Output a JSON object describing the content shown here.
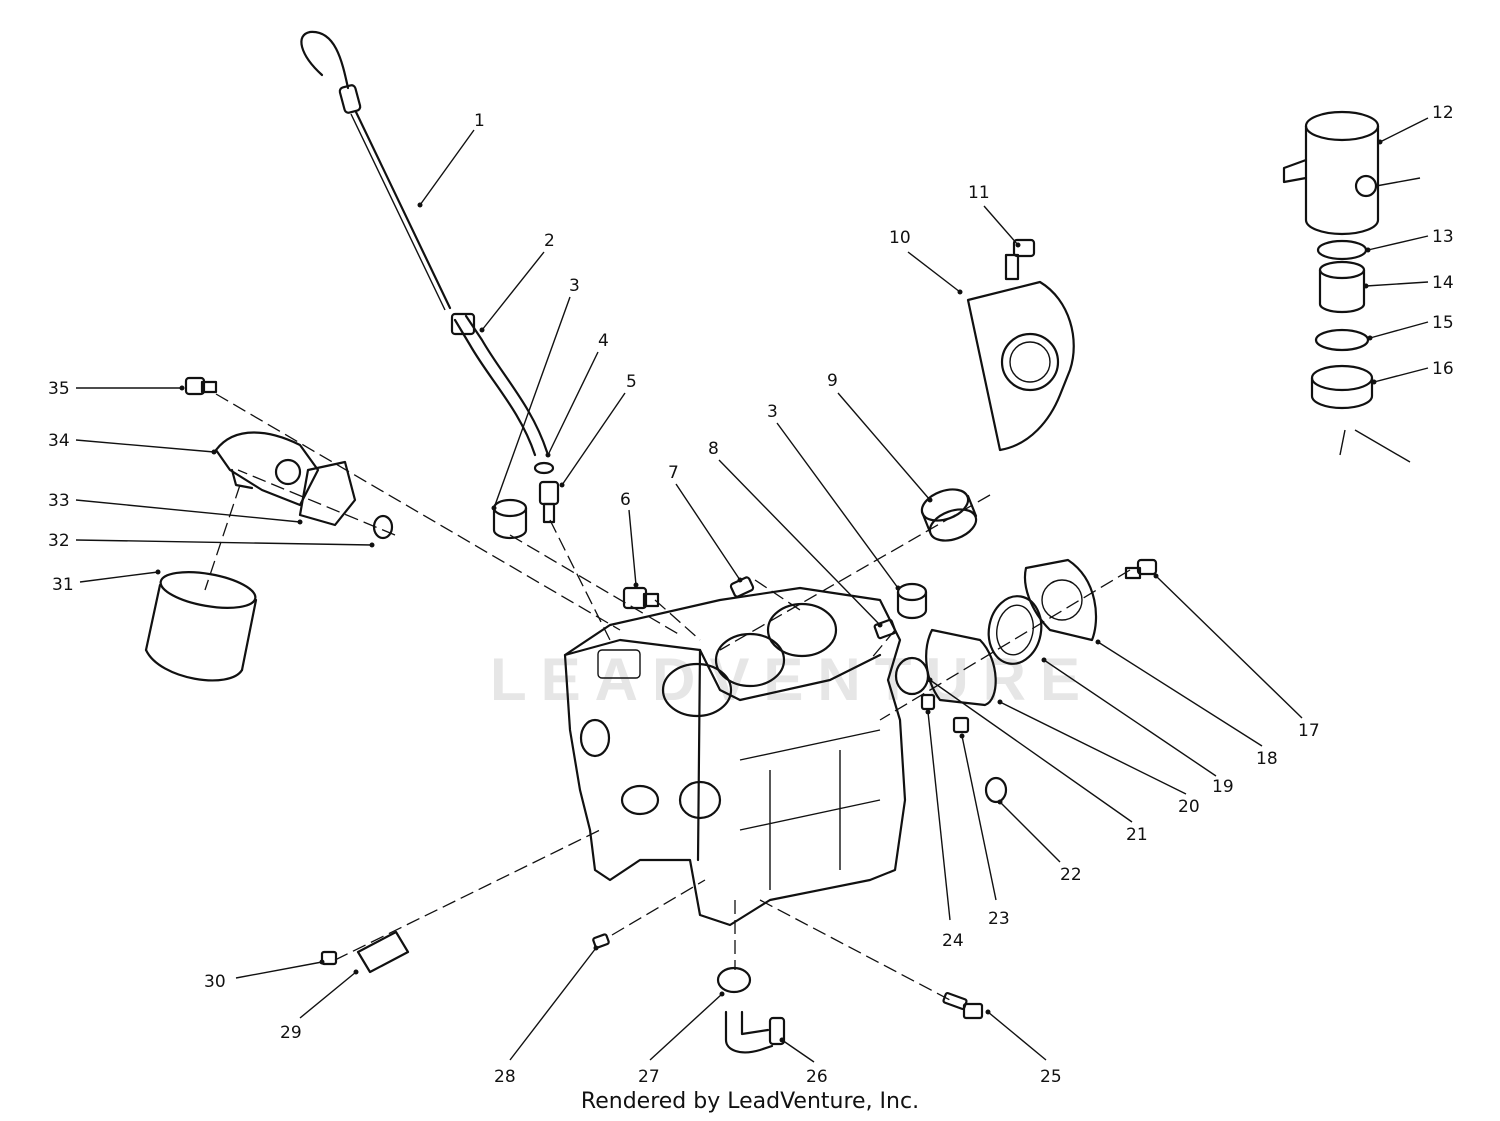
{
  "watermark": "LEADVENTURE",
  "credit": "Rendered by LeadVenture, Inc.",
  "callouts": [
    {
      "id": "c1",
      "label": "1"
    },
    {
      "id": "c2",
      "label": "2"
    },
    {
      "id": "c3a",
      "label": "3"
    },
    {
      "id": "c3b",
      "label": "3"
    },
    {
      "id": "c4",
      "label": "4"
    },
    {
      "id": "c5",
      "label": "5"
    },
    {
      "id": "c6",
      "label": "6"
    },
    {
      "id": "c7",
      "label": "7"
    },
    {
      "id": "c8",
      "label": "8"
    },
    {
      "id": "c9",
      "label": "9"
    },
    {
      "id": "c10",
      "label": "10"
    },
    {
      "id": "c11",
      "label": "11"
    },
    {
      "id": "c12",
      "label": "12"
    },
    {
      "id": "c13",
      "label": "13"
    },
    {
      "id": "c14",
      "label": "14"
    },
    {
      "id": "c15",
      "label": "15"
    },
    {
      "id": "c16",
      "label": "16"
    },
    {
      "id": "c17",
      "label": "17"
    },
    {
      "id": "c18",
      "label": "18"
    },
    {
      "id": "c19",
      "label": "19"
    },
    {
      "id": "c20",
      "label": "20"
    },
    {
      "id": "c21",
      "label": "21"
    },
    {
      "id": "c22",
      "label": "22"
    },
    {
      "id": "c23",
      "label": "23"
    },
    {
      "id": "c24",
      "label": "24"
    },
    {
      "id": "c25",
      "label": "25"
    },
    {
      "id": "c26",
      "label": "26"
    },
    {
      "id": "c27",
      "label": "27"
    },
    {
      "id": "c28",
      "label": "28"
    },
    {
      "id": "c29",
      "label": "29"
    },
    {
      "id": "c30",
      "label": "30"
    },
    {
      "id": "c31",
      "label": "31"
    },
    {
      "id": "c32",
      "label": "32"
    },
    {
      "id": "c33",
      "label": "33"
    },
    {
      "id": "c34",
      "label": "34"
    },
    {
      "id": "c35",
      "label": "35"
    }
  ]
}
